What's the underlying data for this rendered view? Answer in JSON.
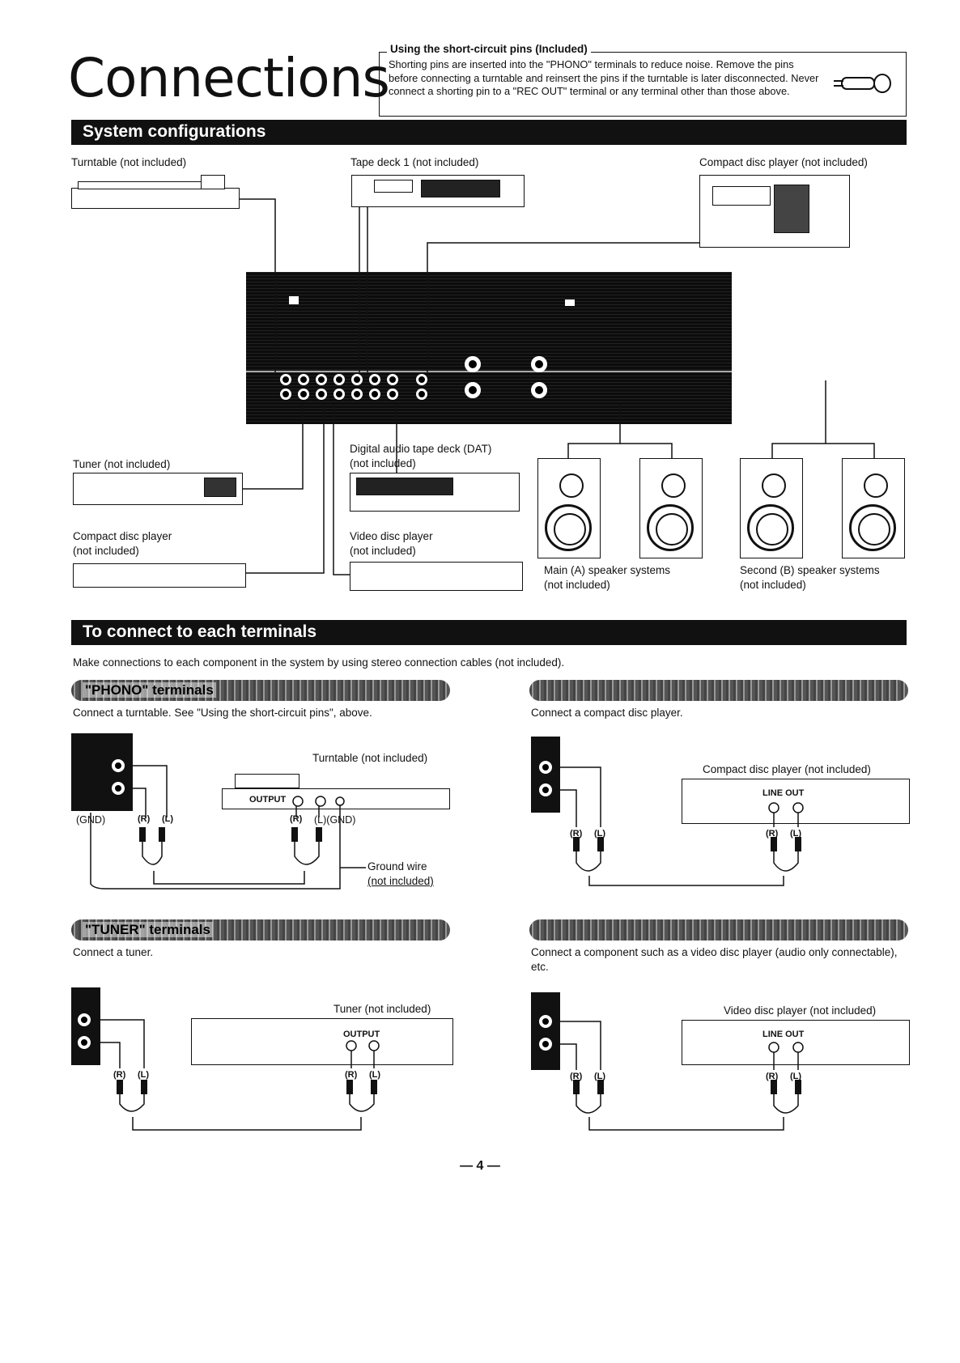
{
  "page": {
    "title": "Connections",
    "page_number": "— 4 —"
  },
  "note": {
    "heading": "Using the short-circuit pins (Included)",
    "body": "Shorting pins are inserted into the \"PHONO\" terminals to reduce noise. Remove the pins before connecting a turntable and reinsert the pins if the turntable is later disconnected. Never connect a shorting pin to a \"REC OUT\" terminal or any terminal other than those above."
  },
  "system_configurations": {
    "heading": "System configurations",
    "turntable": "Turntable (not included)",
    "tape_deck": "Tape deck 1 (not included)",
    "cd_top": "Compact disc player (not included)",
    "tuner_line1": "Tuner (not included)",
    "dat_line1": "Digital audio tape deck (DAT)",
    "dat_line2": "(not included)",
    "cd_line1": "Compact disc player",
    "cd_line2": "(not included)",
    "vdp_line1": "Video disc player",
    "vdp_line2": "(not included)",
    "main_spk_line1": "Main (A) speaker systems",
    "main_spk_line2": "(not included)",
    "second_spk_line1": "Second (B) speaker systems",
    "second_spk_line2": "(not included)"
  },
  "terminals": {
    "heading": "To connect to each terminals",
    "intro": "Make connections to each component in the system by using stereo connection cables (not included).",
    "phono": {
      "pill": "\"PHONO\" terminals",
      "desc": "Connect a turntable. See \"Using the short-circuit pins\", above.",
      "device": "Turntable (not included)",
      "output": "OUTPUT",
      "gnd": "(GND)",
      "r": "(R)",
      "l": "(L)",
      "l_gnd": "(L)(GND)",
      "ground_wire1": "Ground wire",
      "ground_wire2": "(not included)"
    },
    "cd": {
      "desc": "Connect a compact disc player.",
      "device": "Compact disc player (not included)",
      "line_out": "LINE OUT",
      "r": "(R)",
      "l": "(L)"
    },
    "tuner": {
      "pill": "\"TUNER\" terminals",
      "desc": "Connect a tuner.",
      "device": "Tuner (not included)",
      "output": "OUTPUT",
      "r": "(R)",
      "l": "(L)"
    },
    "video": {
      "desc": "Connect a component such as a video disc player (audio only connectable), etc.",
      "device": "Video disc player (not included)",
      "line_out": "LINE OUT",
      "r": "(R)",
      "l": "(L)"
    }
  }
}
